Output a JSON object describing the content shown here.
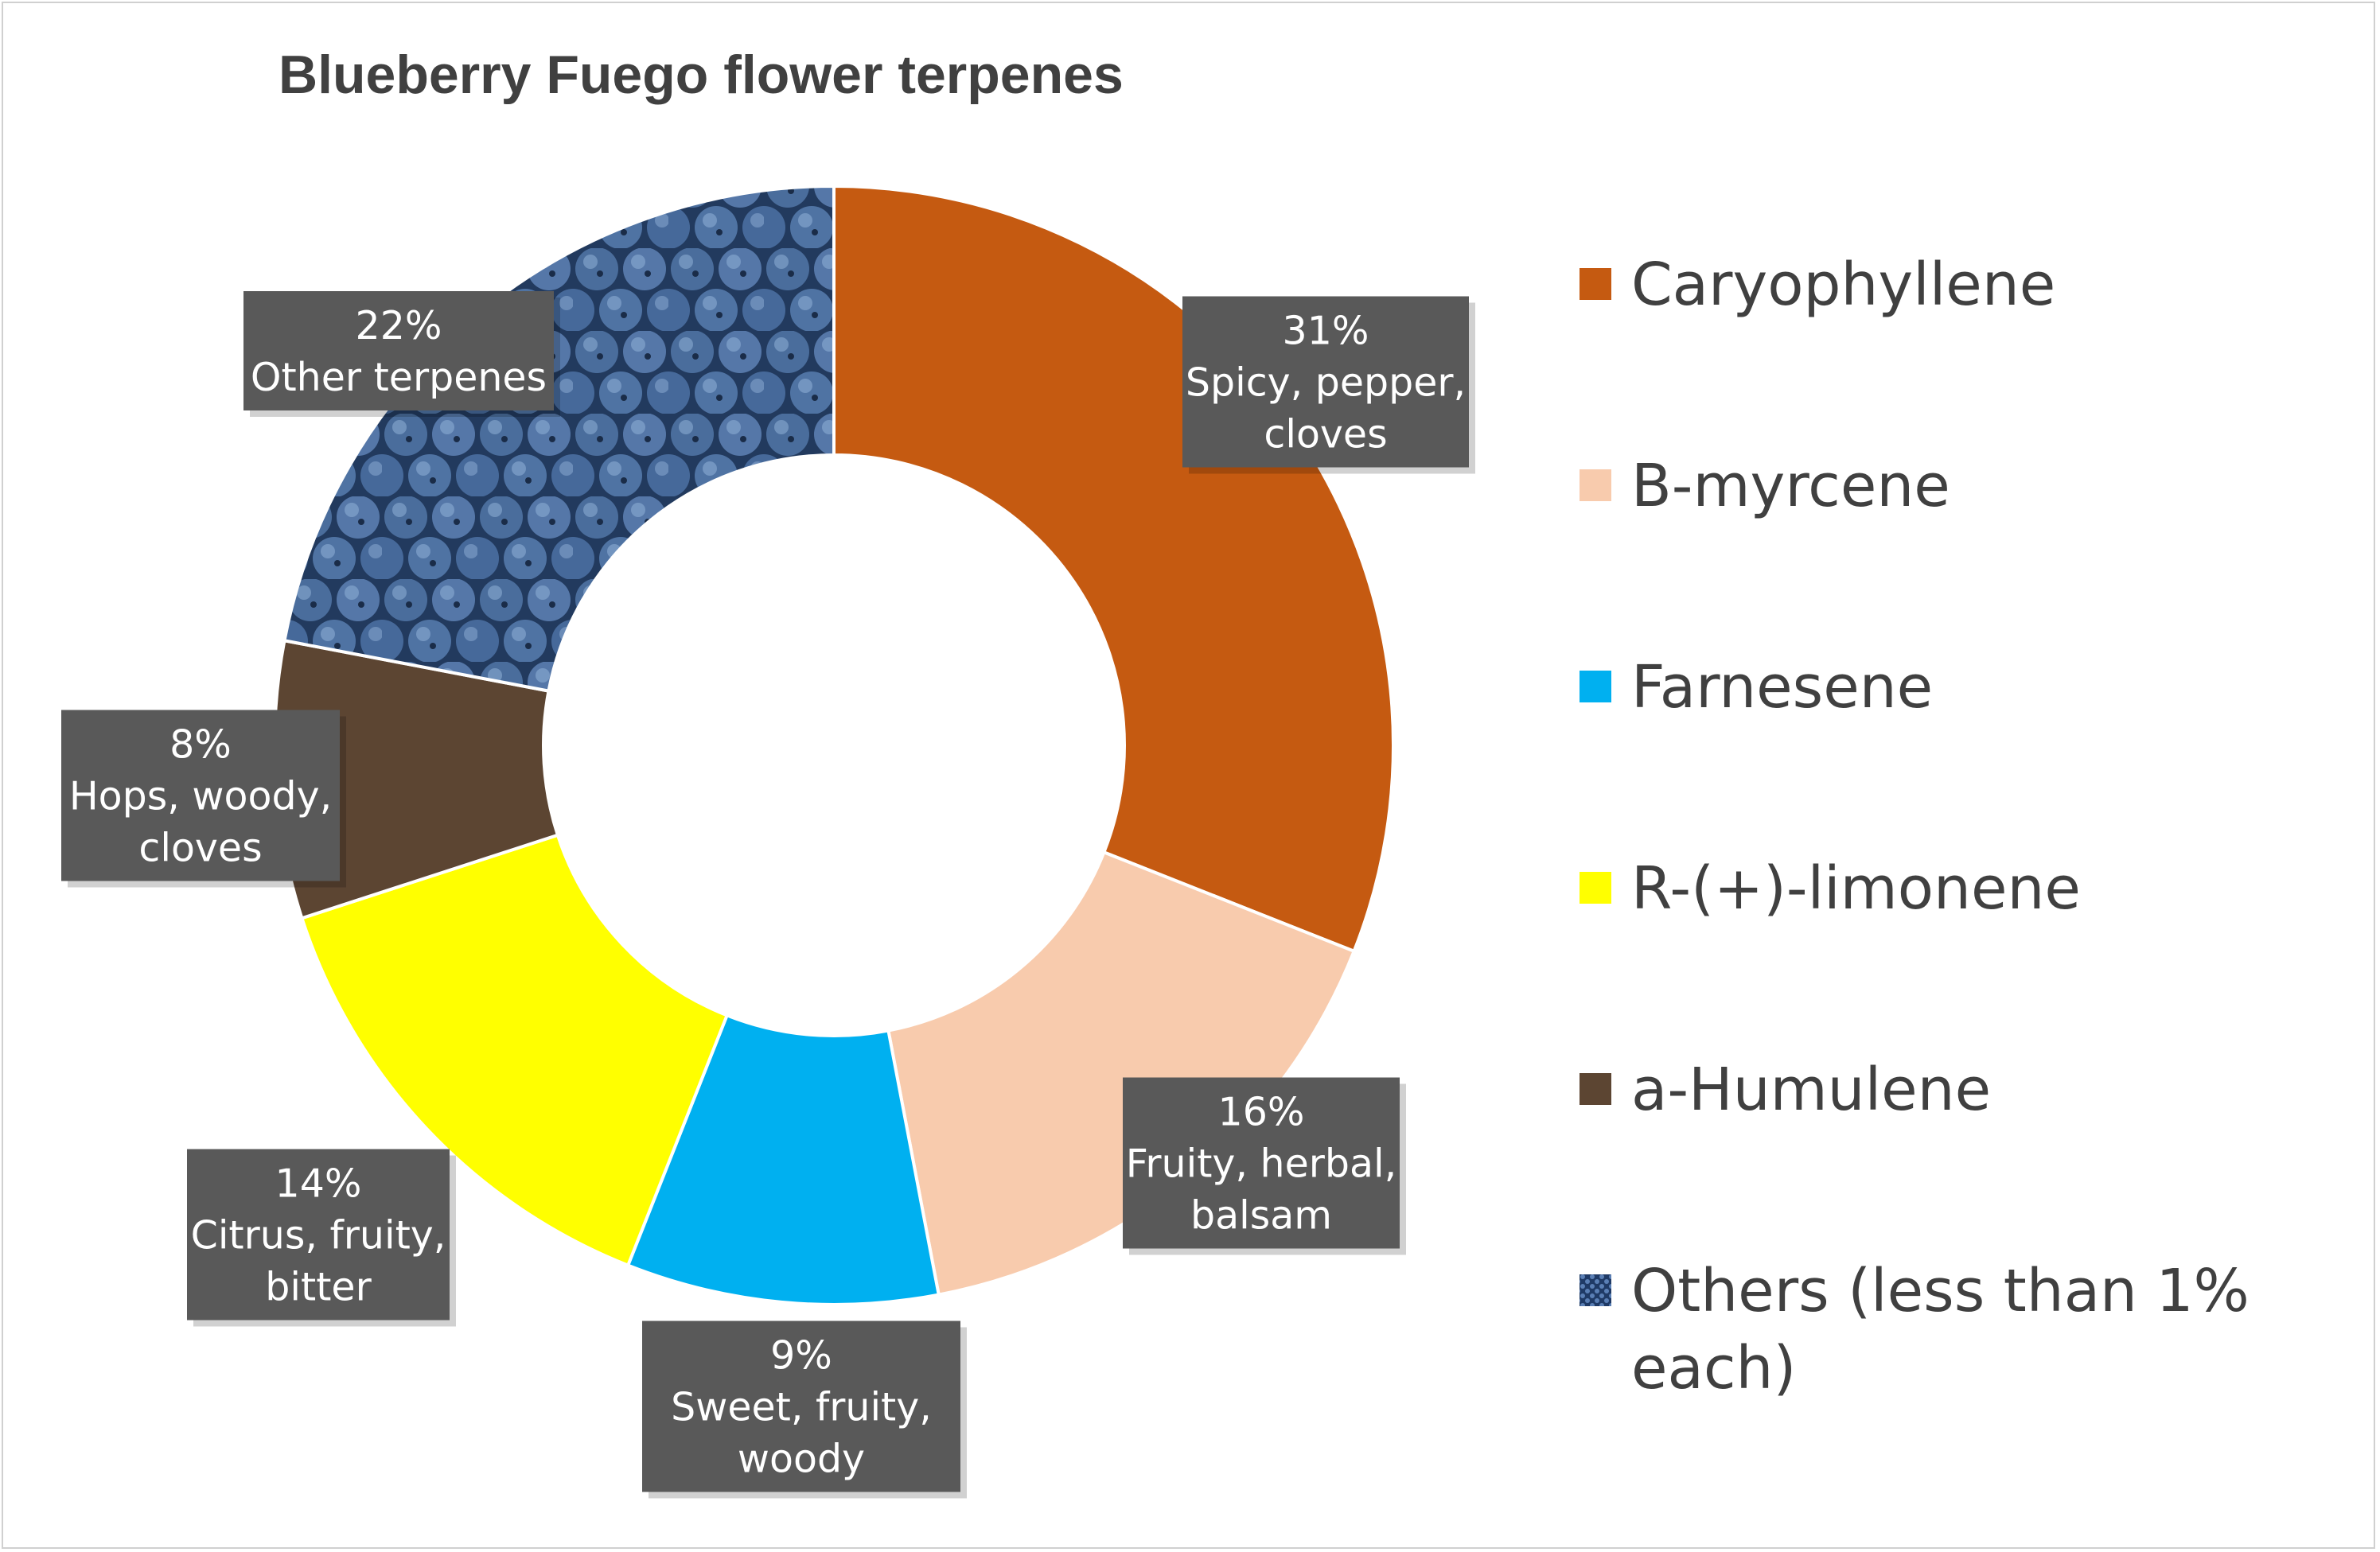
{
  "chart_data": {
    "type": "pie",
    "title": "Blueberry Fuego flower terpenes",
    "donut": true,
    "legend_position": "right",
    "slices": [
      {
        "name": "Caryophyllene",
        "value": 31,
        "label_pct": "31%",
        "label_desc": [
          "Spicy, pepper,",
          "cloves"
        ],
        "color": "#C55A11",
        "pattern": "solid"
      },
      {
        "name": "B-myrcene",
        "value": 16,
        "label_pct": "16%",
        "label_desc": [
          "Fruity, herbal,",
          "balsam"
        ],
        "color": "#F8CBAD",
        "pattern": "solid"
      },
      {
        "name": "Farnesene",
        "value": 9,
        "label_pct": "9%",
        "label_desc": [
          "Sweet, fruity,",
          "woody"
        ],
        "color": "#00B0F0",
        "pattern": "solid"
      },
      {
        "name": "R-(+)-limonene",
        "value": 14,
        "label_pct": "14%",
        "label_desc": [
          "Citrus, fruity,",
          "bitter"
        ],
        "color": "#FFFF00",
        "pattern": "solid"
      },
      {
        "name": "a-Humulene",
        "value": 8,
        "label_pct": "8%",
        "label_desc": [
          "Hops, woody,",
          "cloves"
        ],
        "color": "#5C4532",
        "pattern": "solid"
      },
      {
        "name": "Others (less than 1% each)",
        "legend_lines": [
          "Others (less than 1%",
          "each)"
        ],
        "value": 22,
        "label_pct": "22%",
        "label_desc": [
          "Other terpenes"
        ],
        "color": "#3A5A86",
        "pattern": "blueberries"
      }
    ]
  }
}
